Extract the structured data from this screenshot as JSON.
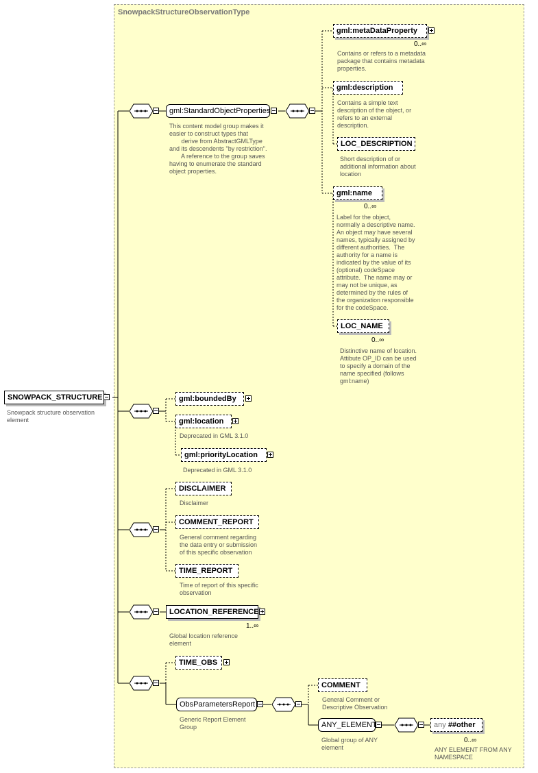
{
  "type_name": "SnowpackStructureObservationType",
  "root": {
    "label": "SNOWPACK_STRUCTURE",
    "doc": "Snowpack structure observation\nelement"
  },
  "std_group": {
    "label": "gml:StandardObjectProperties",
    "doc": "This content model group makes it\neasier to construct types that\n       derive from AbstractGMLType\nand its descendents \"by restriction\".\n       A reference to the group saves\nhaving to enumerate the standard\nobject properties."
  },
  "metadata": {
    "label": "gml:metaDataProperty",
    "card": "0..∞",
    "doc": "Contains or refers to a metadata\npackage that contains metadata\nproperties."
  },
  "description": {
    "label": "gml:description",
    "doc": "Contains a simple text\ndescription of the object, or\nrefers to an external\ndescription."
  },
  "loc_description": {
    "label": "LOC_DESCRIPTION",
    "doc": "Short description of or\nadditional information about\nlocation"
  },
  "gml_name": {
    "label": "gml:name",
    "card": "0..∞",
    "doc": "Label for the object,\nnormally a descriptive name.\nAn object may have several\nnames, typically assigned by\ndifferent authorities.  The\nauthority for a name is\nindicated by the value of its\n(optional) codeSpace\nattribute.  The name may or\nmay not be unique, as\ndetermined by the rules of\nthe organization responsible\nfor the codeSpace."
  },
  "loc_name": {
    "label": "LOC_NAME",
    "card": "0..∞",
    "doc": "Distinctive name of location.\nAttibute OP_ID can be used\nto specify a domain of the\nname specified (follows\ngml:name)"
  },
  "bounded_by": {
    "label": "gml:boundedBy"
  },
  "location": {
    "label": "gml:location",
    "doc": "Deprecated in GML 3.1.0"
  },
  "priority_location": {
    "label": "gml:priorityLocation",
    "doc": "Deprecated in GML 3.1.0"
  },
  "disclaimer": {
    "label": "DISCLAIMER",
    "doc": "Disclaimer"
  },
  "comment_report": {
    "label": "COMMENT_REPORT",
    "doc": "General comment regarding\nthe data entry or submission\nof this specific observation"
  },
  "time_report": {
    "label": "TIME_REPORT",
    "doc": "Time of report of this specific\nobservation"
  },
  "location_reference": {
    "label": "LOCATION_REFERENCE",
    "card": "1..∞",
    "doc": "Global location reference\nelement"
  },
  "time_obs": {
    "label": "TIME_OBS"
  },
  "obs_params": {
    "label": "ObsParametersReport",
    "doc": "Generic Report Element\nGroup"
  },
  "comment": {
    "label": "COMMENT",
    "doc": "General Comment or\nDescriptive Observation"
  },
  "any_element": {
    "label": "ANY_ELEMENT",
    "doc": "Global group of ANY\nelement"
  },
  "any_other": {
    "prefix": "any",
    "label": "##other",
    "card": "0..∞",
    "doc": "ANY ELEMENT FROM ANY\nNAMESPACE"
  },
  "colors": {
    "panel": "#ffffcc",
    "text_doc": "#555555"
  }
}
